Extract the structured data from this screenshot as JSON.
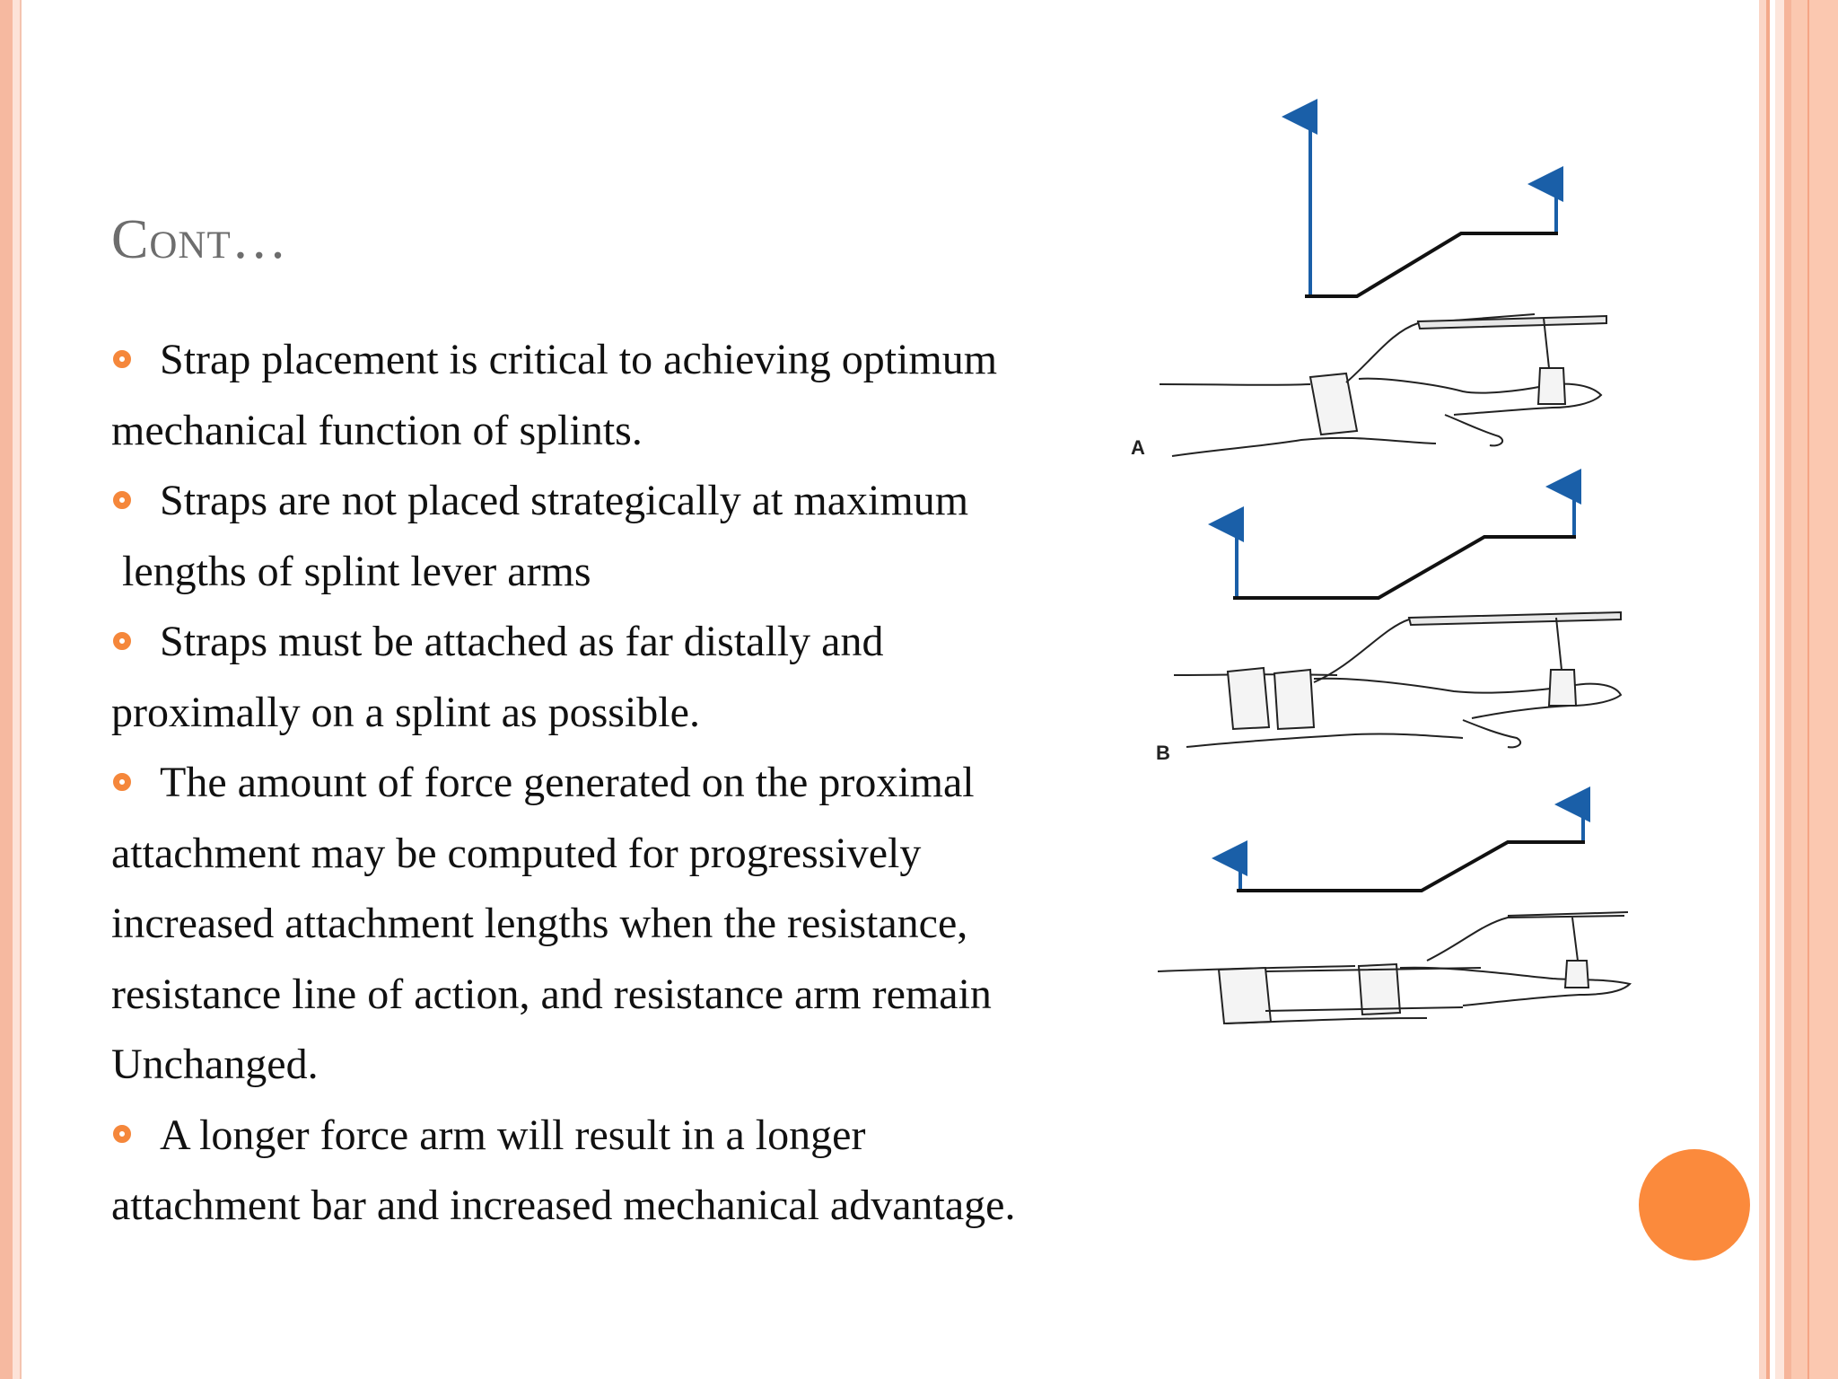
{
  "slide": {
    "title": "Cont…",
    "bullets": [
      {
        "line1": "Strap placement is critical to achieving optimum",
        "line2": "mechanical function of splints."
      },
      {
        "line1": "Straps are not placed strategically at maximum",
        "line2": " lengths of splint lever arms"
      },
      {
        "line1": "Straps must be attached as far distally and",
        "line2": "proximally on a splint as possible."
      },
      {
        "line1": "The amount of force generated on the proximal",
        "line2": "attachment may be computed for progressively",
        "line3": "increased attachment lengths when the resistance,",
        "line4": "resistance line of action, and resistance arm remain",
        "line5": "Unchanged."
      },
      {
        "line1": "A longer force arm will result in a longer",
        "line2": "attachment bar and increased mechanical advantage."
      }
    ]
  },
  "figure": {
    "label_a": "A",
    "label_b": "B",
    "arrow_color": "#1a5fa8",
    "line_color": "#111111"
  },
  "theme": {
    "accent": "#f5873b",
    "title_color": "#6d6d6d",
    "border_peach": "#f6b9a0"
  }
}
